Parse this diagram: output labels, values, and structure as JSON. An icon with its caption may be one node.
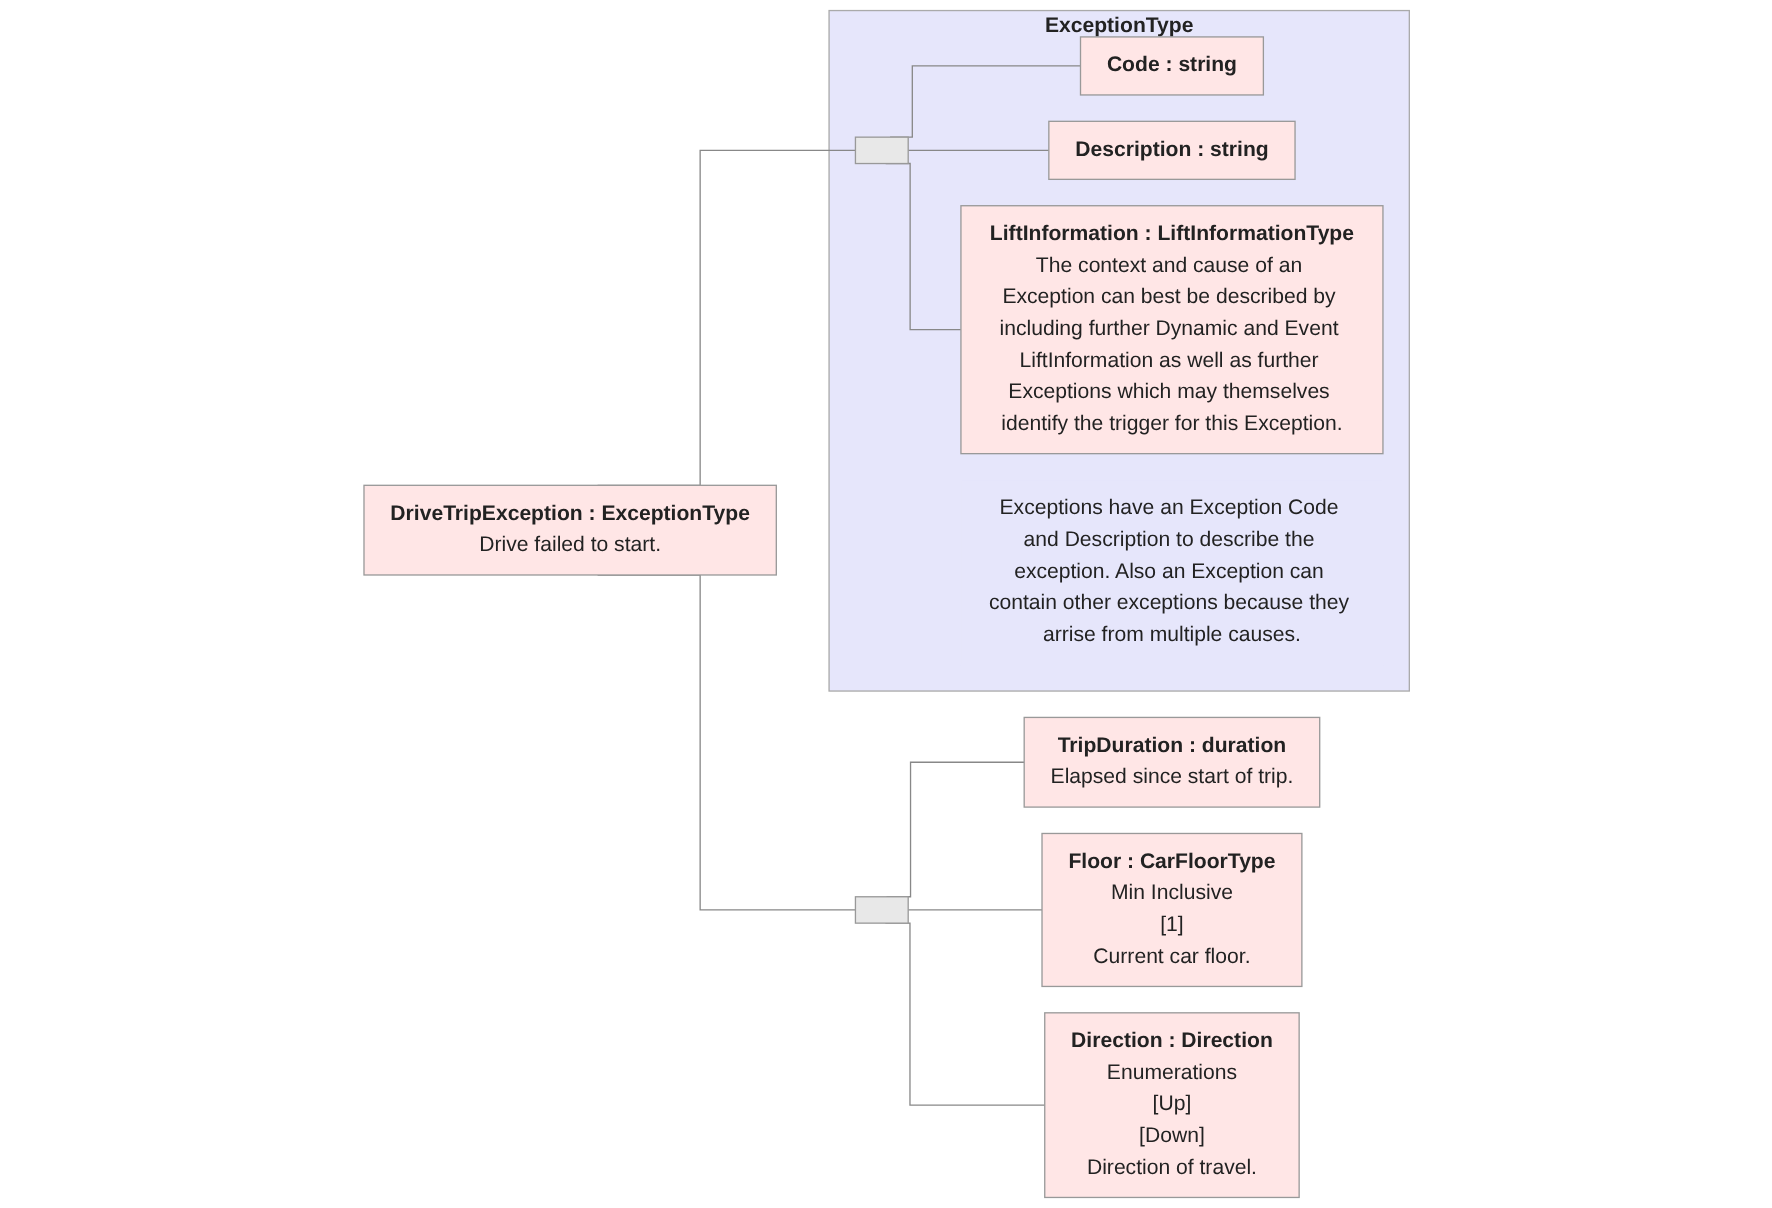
{
  "diagram": {
    "nodes": [
      {
        "text": [
          "DriveTripException : ExceptionType",
          "Drive failed to start."
        ]
      },
      {
        "text": [
          "ExceptionType",
          "Exceptions have an Exception Code and Description to describe the exception. Also an Exception can contain other exceptions because they arrise from multiple causes."
        ]
      },
      {
        "text": [],
        "shape": "bar",
        "in": 1
      },
      {
        "text": [
          "Code : string"
        ],
        "in": 1
      },
      {
        "text": [
          "Description : string"
        ],
        "in": 1
      },
      {
        "text": [
          "LiftInformation : LiftInformationType",
          "The context and cause of an Exception can best be described by including further Dynamic and Event LiftInformation as well as further Exceptions which may themselves identify the trigger for this Exception."
        ],
        "in": 1
      },
      {
        "text": [],
        "shape": "bar"
      },
      {
        "text": [
          "TripDuration : duration",
          "Elapsed since start of trip."
        ]
      },
      {
        "text": [
          "Floor : CarFloorType",
          "Min Inclusive",
          "[1]",
          "Current car floor."
        ]
      },
      {
        "text": [
          "Direction : Direction",
          "Enumerations",
          "[Up]",
          "[Down]",
          "Direction of travel."
        ]
      }
    ],
    "edges": [
      {
        "from": 0,
        "to": 2,
        "arrow": "none"
      },
      {
        "from": 0,
        "to": 6,
        "arrow": "none"
      },
      {
        "from": 2,
        "to": 3,
        "arrow": "none"
      },
      {
        "from": 2,
        "to": 4,
        "arrow": "none"
      },
      {
        "from": 2,
        "to": 5,
        "arrow": "none"
      },
      {
        "from": 6,
        "to": 7,
        "arrow": "none"
      },
      {
        "from": 6,
        "to": 8,
        "arrow": "none"
      },
      {
        "from": 6,
        "to": 9,
        "arrow": "none"
      }
    ]
  }
}
